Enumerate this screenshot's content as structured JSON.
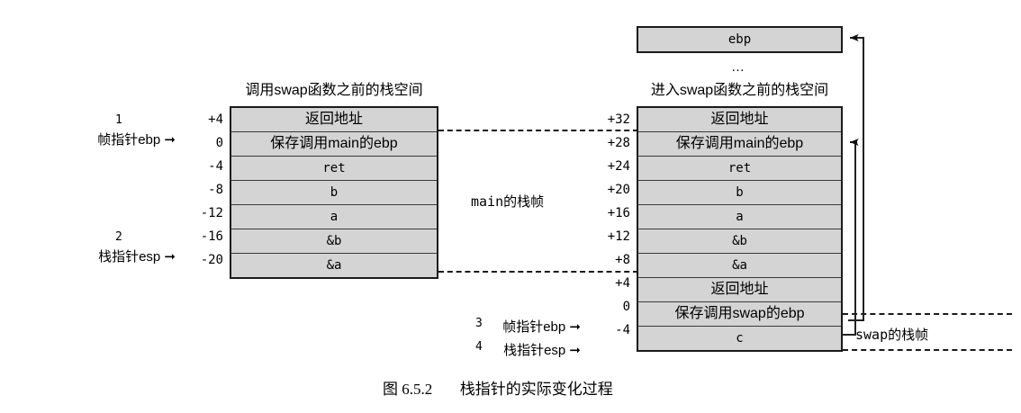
{
  "figure": {
    "caption_number": "图 6.5.2",
    "caption_text": "栈指针的实际变化过程"
  },
  "left_diagram": {
    "title": "调用swap函数之前的栈空间",
    "offsets": [
      "+4",
      "0",
      "-4",
      "-8",
      "-12",
      "-16",
      "-20"
    ],
    "cells": [
      "返回地址",
      "保存调用main的ebp",
      "ret",
      "b",
      "a",
      "&b",
      "&a"
    ],
    "pointers": [
      {
        "index": "1",
        "label": "帧指针ebp",
        "arrow": "➞",
        "target_offset": "0"
      },
      {
        "index": "2",
        "label": "栈指针esp",
        "arrow": "➞",
        "target_offset": "-20"
      }
    ]
  },
  "middle": {
    "frame_label": "main的栈帧"
  },
  "right_diagram": {
    "title": "进入swap函数之前的栈空间",
    "top_box_label": "ebp",
    "ellipsis": "…",
    "offsets": [
      "+32",
      "+28",
      "+24",
      "+20",
      "+16",
      "+12",
      "+8",
      "+4",
      "0",
      "-4"
    ],
    "cells": [
      "返回地址",
      "保存调用main的ebp",
      "ret",
      "b",
      "a",
      "&b",
      "&a",
      "返回地址",
      "保存调用swap的ebp",
      "c"
    ],
    "pointers": [
      {
        "index": "3",
        "label": "帧指针ebp",
        "arrow": "➞",
        "target_offset": "0"
      },
      {
        "index": "4",
        "label": "栈指针esp",
        "arrow": "➞",
        "target_offset": "-4"
      }
    ],
    "frame_label": "swap的栈帧"
  },
  "colors": {
    "cell_fill": "#d4d4d4",
    "border": "#1a1a1a",
    "text": "#000000"
  }
}
